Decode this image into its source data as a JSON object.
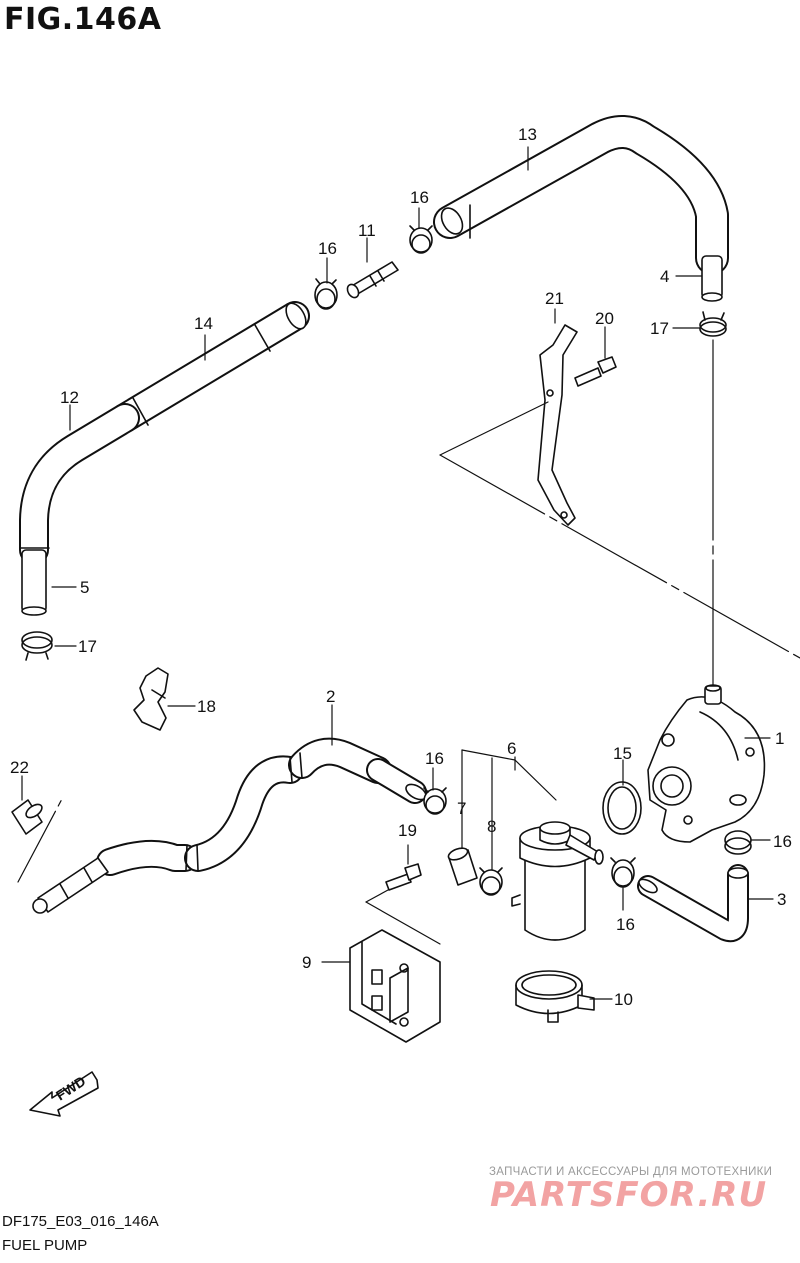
{
  "header": {
    "figure_title": "FIG.146A"
  },
  "footer": {
    "diagram_code": "DF175_E03_016_146A",
    "section_name": "FUEL PUMP"
  },
  "watermark": {
    "subtitle": "ЗАПЧАСТИ И АКСЕССУАРЫ ДЛЯ МОТОТЕХНИКИ",
    "logo_text": "PARTSFOR.RU"
  },
  "direction_marker": {
    "text": "FWD"
  },
  "callouts": [
    {
      "id": "c1",
      "label": "1"
    },
    {
      "id": "c2",
      "label": "2"
    },
    {
      "id": "c3",
      "label": "3"
    },
    {
      "id": "c4",
      "label": "4"
    },
    {
      "id": "c5",
      "label": "5"
    },
    {
      "id": "c6",
      "label": "6"
    },
    {
      "id": "c7",
      "label": "7"
    },
    {
      "id": "c8",
      "label": "8"
    },
    {
      "id": "c9",
      "label": "9"
    },
    {
      "id": "c10",
      "label": "10"
    },
    {
      "id": "c11",
      "label": "11"
    },
    {
      "id": "c12",
      "label": "12"
    },
    {
      "id": "c13",
      "label": "13"
    },
    {
      "id": "c14",
      "label": "14"
    },
    {
      "id": "c15",
      "label": "15"
    },
    {
      "id": "c16a",
      "label": "16"
    },
    {
      "id": "c16b",
      "label": "16"
    },
    {
      "id": "c16c",
      "label": "16"
    },
    {
      "id": "c16d",
      "label": "16"
    },
    {
      "id": "c16e",
      "label": "16"
    },
    {
      "id": "c17a",
      "label": "17"
    },
    {
      "id": "c17b",
      "label": "17"
    },
    {
      "id": "c18",
      "label": "18"
    },
    {
      "id": "c19",
      "label": "19"
    },
    {
      "id": "c20",
      "label": "20"
    },
    {
      "id": "c21",
      "label": "21"
    },
    {
      "id": "c22",
      "label": "22"
    }
  ]
}
